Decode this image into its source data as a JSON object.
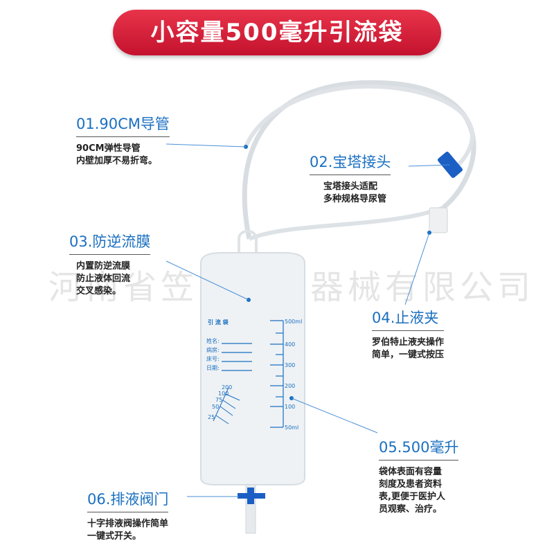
{
  "title": "小容量500毫升引流袋",
  "watermark": "河南省笠朗医疗器械有限公司",
  "features": [
    {
      "title": "01.90CM导管",
      "desc": "90CM弹性导管\n内壁加厚不易折弯。"
    },
    {
      "title": "02.宝塔接头",
      "desc": "宝塔接头适配\n多种规格导尿管"
    },
    {
      "title": "03.防逆流膜",
      "desc": "内置防逆流膜\n防止液体回流\n交叉感染。"
    },
    {
      "title": "04.止液夹",
      "desc": "罗伯特止液夹操作\n简单，一键式按压"
    },
    {
      "title": "05.500毫升",
      "desc": "袋体表面有容量\n刻度及患者资料\n表,更便于医护人\n员观察、治疗。"
    },
    {
      "title": "06.排液阀门",
      "desc": "十字排液阀操作简单\n一键式开关。"
    }
  ],
  "bag": {
    "label": "引 流 袋",
    "fields": [
      "姓名:",
      "病房:",
      "床号:",
      "日期:"
    ],
    "scale": [
      "500ml",
      "400",
      "300",
      "200",
      "100",
      "50ml"
    ],
    "small_scale": [
      "200",
      "100",
      "75",
      "50",
      "25"
    ]
  },
  "colors": {
    "accent": "#1a6fc0",
    "banner": "#d41f37"
  }
}
